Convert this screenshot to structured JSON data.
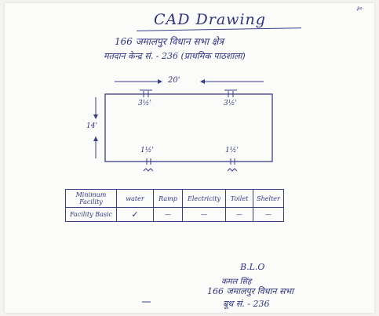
{
  "header": {
    "corner_number": "३०",
    "title": "CAD Drawing",
    "line1": "166 जमालपुर विधान सभा क्षेत्र",
    "line2": "मतदान केन्द्र सं. - 236 (प्राथमिक पाठशाला)"
  },
  "drawing": {
    "width_label": "20'",
    "height_label": "14'",
    "top_left_label": "3½'",
    "top_right_label": "3½'",
    "bottom_left_label": "1½'",
    "bottom_right_label": "1½'"
  },
  "facilities_table": {
    "headers": [
      "Minimum Facility",
      "water",
      "Ramp",
      "Electricity",
      "Toilet",
      "Shelter"
    ],
    "row_label": "Facility Basic",
    "marks": [
      "✓",
      "—",
      "—",
      "—",
      "—"
    ]
  },
  "signature": {
    "line1": "B.L.O",
    "line2": "कमल सिंह",
    "line3": "166 जमालपुर विधान सभा",
    "line4": "बूथ सं. - 236"
  }
}
